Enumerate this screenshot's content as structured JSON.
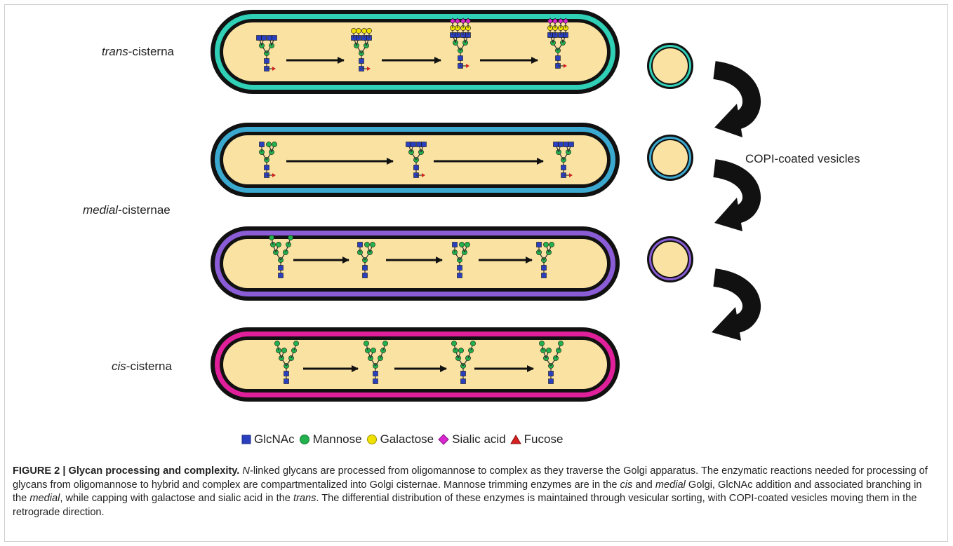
{
  "cisternae": [
    {
      "id": "trans",
      "prefix": "trans",
      "suffix": "-cisterna",
      "color": "#2fd0b6"
    },
    {
      "id": "medial-upper",
      "prefix": "",
      "suffix": "",
      "color": "#3ba9cf"
    },
    {
      "id": "medial-lower",
      "prefix": "",
      "suffix": "",
      "color": "#8a5cd6"
    },
    {
      "id": "cis",
      "prefix": "cis",
      "suffix": "-cisterna",
      "color": "#e0209a"
    }
  ],
  "medial_label": {
    "prefix": "medial",
    "suffix": "-cisternae"
  },
  "vesicle_label": "COPI-coated vesicles",
  "legend": [
    {
      "shape": "square",
      "color": "#2a3fbf",
      "label": "GlcNAc"
    },
    {
      "shape": "circle",
      "color": "#22b14c",
      "label": "Mannose"
    },
    {
      "shape": "circle",
      "color": "#f0e000",
      "label": "Galactose"
    },
    {
      "shape": "diamond",
      "color": "#d826d0",
      "label": "Sialic acid"
    },
    {
      "shape": "triangle",
      "color": "#d42020",
      "label": "Fucose"
    }
  ],
  "caption": {
    "figure_label": "FIGURE 2 | Glycan processing and complexity.",
    "s1_italic": "N",
    "s1": "-linked glycans are processed from oligomannose to complex as they traverse the Golgi apparatus. The enzymatic reactions needed for processing of glycans from oligomannose to hybrid and complex are compartmentalized into Golgi cisternae. Mannose trimming enzymes are in the ",
    "w_cis": "cis",
    "and": " and ",
    "w_medial": "medial",
    "s2": " Golgi, GlcNAc addition and associated branching in the ",
    "w_medial2": "medial",
    "s3": ", while capping with galactose and sialic acid in the ",
    "w_trans": "trans",
    "s4": ". The differential distribution of these enzymes is maintained through vesicular sorting, with COPI-coated vesicles moving them in the retrograde direction."
  }
}
